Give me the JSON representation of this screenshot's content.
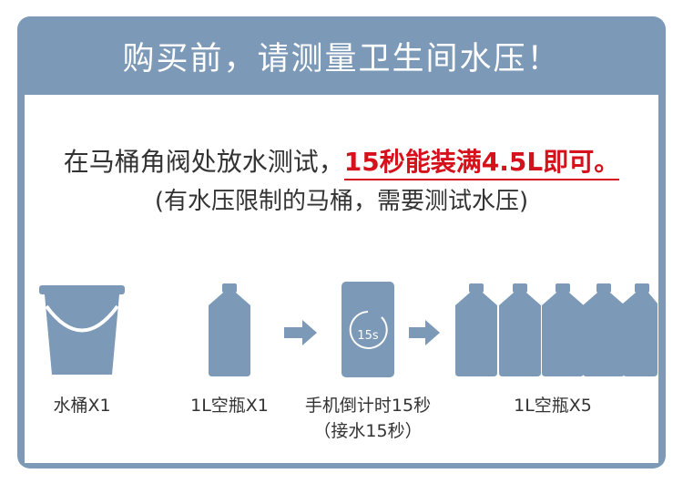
{
  "header": {
    "title": "购买前，请测量卫生间水压！"
  },
  "instruction": {
    "line1_normal": "在马桶角阀处放水测试，",
    "line1_highlight": "15秒能装满4.5L即可。",
    "line2": "(有水压限制的马桶，需要测试水压)"
  },
  "items": {
    "bucket_label": "水桶X1",
    "bottle_label": "1L空瓶X1",
    "timer_label": "手机倒计时15秒",
    "timer_sublabel": "（接水15秒）",
    "timer_screen_text": "15s",
    "bottles_label": "1L空瓶X5"
  },
  "colors": {
    "header_bg": "#7c99b7",
    "icon": "#7c99b7",
    "highlight": "#d5121c"
  }
}
